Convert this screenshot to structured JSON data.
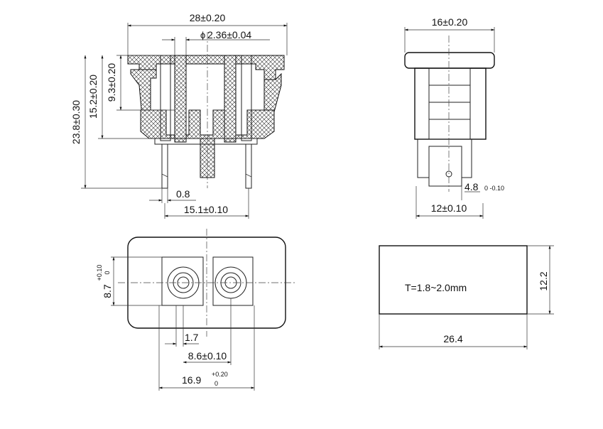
{
  "dimensions": {
    "width_28": "28±0.20",
    "pin_dia": "2.36±0.04",
    "pin_dia_symbol": "ϕ",
    "h_9_3": "9.3±0.20",
    "h_15_2": "15.2±0.20",
    "h_23_8": "23.8±0.30",
    "w_0_8": "0.8",
    "w_15_1": "15.1±0.10",
    "side_16": "16±0.20",
    "tab_4_8": "4.8",
    "tab_4_8_tol": "0 -0.10",
    "side_12": "12±0.10",
    "h_8_7": "8.7",
    "h_8_7_tol_upper": "+0.10",
    "h_8_7_tol_lower": "0",
    "w_1_7": "1.7",
    "w_8_6": "8.6±0.10",
    "w_16_9": "16.9",
    "w_16_9_tol_upper": "+0.20",
    "w_16_9_tol_lower": "0",
    "panel_thickness": "T=1.8~2.0mm",
    "panel_w": "26.4",
    "panel_h": "12.2"
  }
}
